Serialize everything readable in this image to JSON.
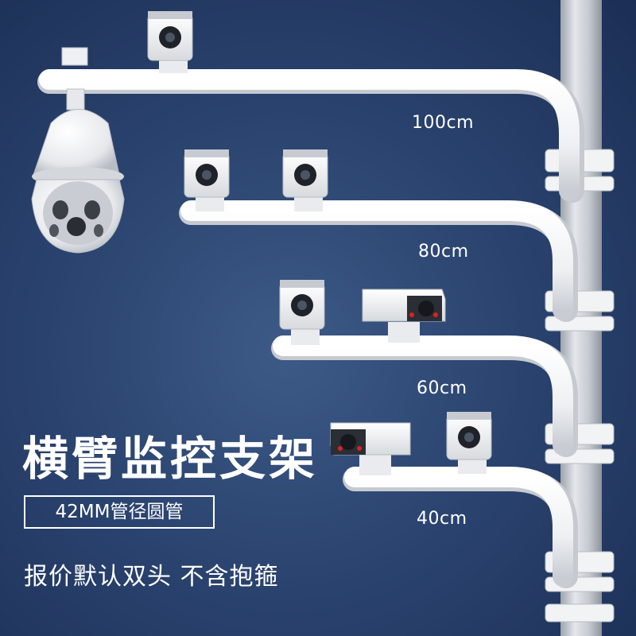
{
  "headline": "横臂监控支架",
  "spec": "42MM管径圆管",
  "note": "报价默认双头 不含抱箍",
  "arm_lengths": [
    "100cm",
    "80cm",
    "60cm",
    "40cm"
  ],
  "colors": {
    "background": "#2b4470",
    "pole": "#c8ccd2",
    "arm": "#f3f4f6",
    "text": "#ffffff"
  }
}
